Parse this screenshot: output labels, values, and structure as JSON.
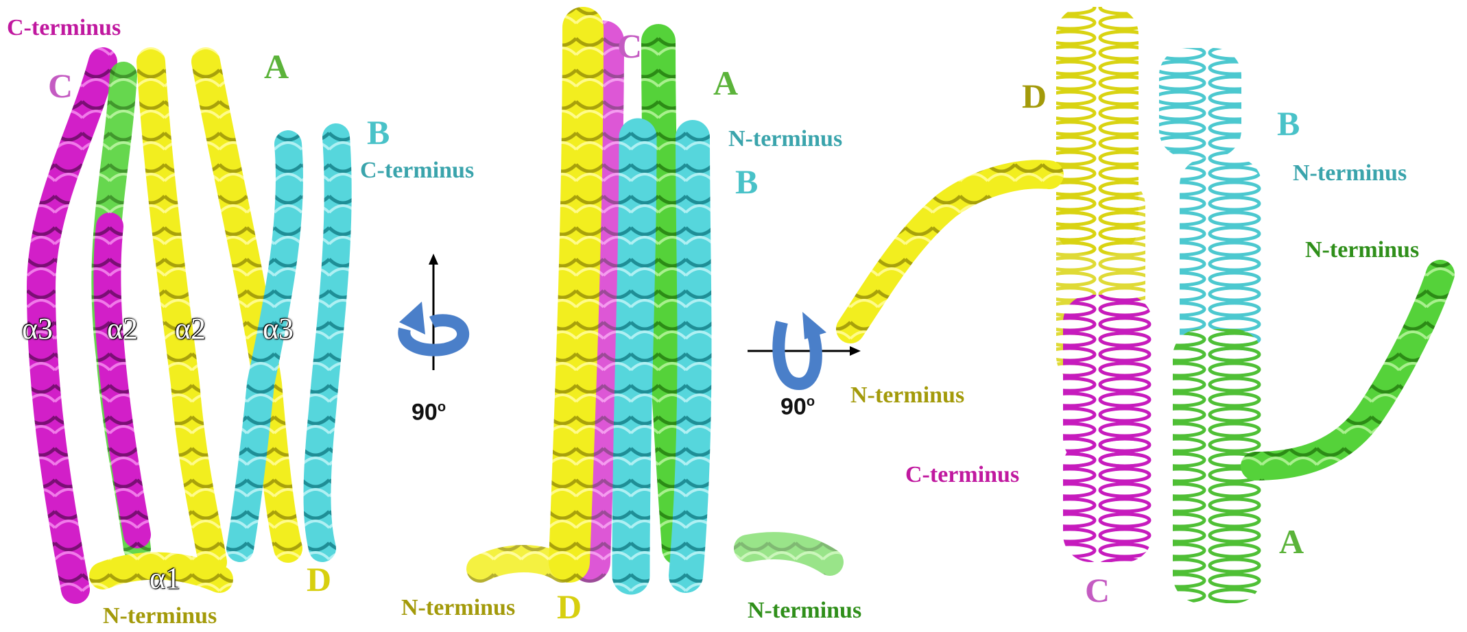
{
  "colors": {
    "chain_A": "#55d23a",
    "chain_B": "#56d6dc",
    "chain_C": "#d21fc8",
    "chain_D": "#f2ee1f",
    "arrow": "#4a7fc9"
  },
  "panel_left": {
    "chain_C": "C",
    "chain_A": "A",
    "chain_B": "B",
    "chain_D": "D",
    "c_terminus_top": "C-terminus",
    "c_terminus_b": "C-terminus",
    "helix_a3_left": "α3",
    "helix_a2_left": "α2",
    "helix_a2_right": "α2",
    "helix_a3_right": "α3",
    "helix_a1": "α1",
    "n_terminus": "N-terminus"
  },
  "rotation_vertical": {
    "icon": "rotate-around-vertical-axis-icon",
    "angle": "90",
    "unit": "o"
  },
  "panel_middle": {
    "chain_C": "C",
    "chain_A": "A",
    "chain_B": "B",
    "chain_D": "D",
    "n_terminus_b": "N-terminus",
    "n_terminus_d": "N-terminus",
    "n_terminus_a": "N-terminus"
  },
  "rotation_horizontal": {
    "icon": "rotate-around-horizontal-axis-icon",
    "angle": "90",
    "unit": "o"
  },
  "panel_right": {
    "chain_D": "D",
    "chain_B": "B",
    "chain_A": "A",
    "chain_C": "C",
    "n_terminus_b": "N-terminus",
    "n_terminus_a": "N-terminus",
    "n_terminus_d": "N-terminus",
    "c_terminus_c": "C-terminus"
  }
}
